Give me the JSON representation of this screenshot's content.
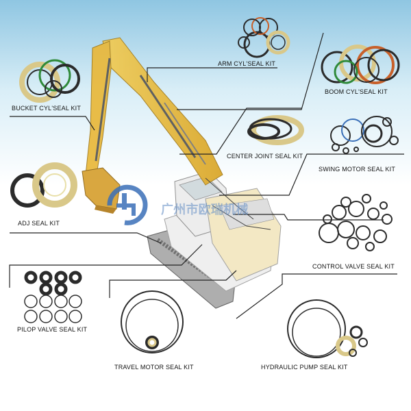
{
  "labels": {
    "arm": "ARM CYL'SEAL KIT",
    "boom": "BOOM CYL'SEAL KIT",
    "bucket": "BUCKET CYL'SEAL KIT",
    "center": "CENTER JOINT SEAL KIT",
    "swing": "SWING MOTOR SEAL KIT",
    "adj": "ADJ SEAL KIT",
    "control": "CONTROL VALVE SEAL KIT",
    "pilot": "PILOP VALVE SEAL KIT",
    "travel": "TRAVEL MOTOR SEAL KIT",
    "pump": "HYDRAULIC PUMP SEAL KIT"
  },
  "watermark": "广州市欧瑞机械",
  "colors": {
    "machine": "#e8b93a",
    "ring_dark": "#2b2b2b",
    "ring_tan": "#d9c889",
    "ring_green": "#2f8a3a",
    "ring_orange": "#c8602a",
    "leader": "#222222",
    "logo": "#3a6fb8"
  },
  "icons": [
    "excavator-illustration",
    "company-logo"
  ]
}
